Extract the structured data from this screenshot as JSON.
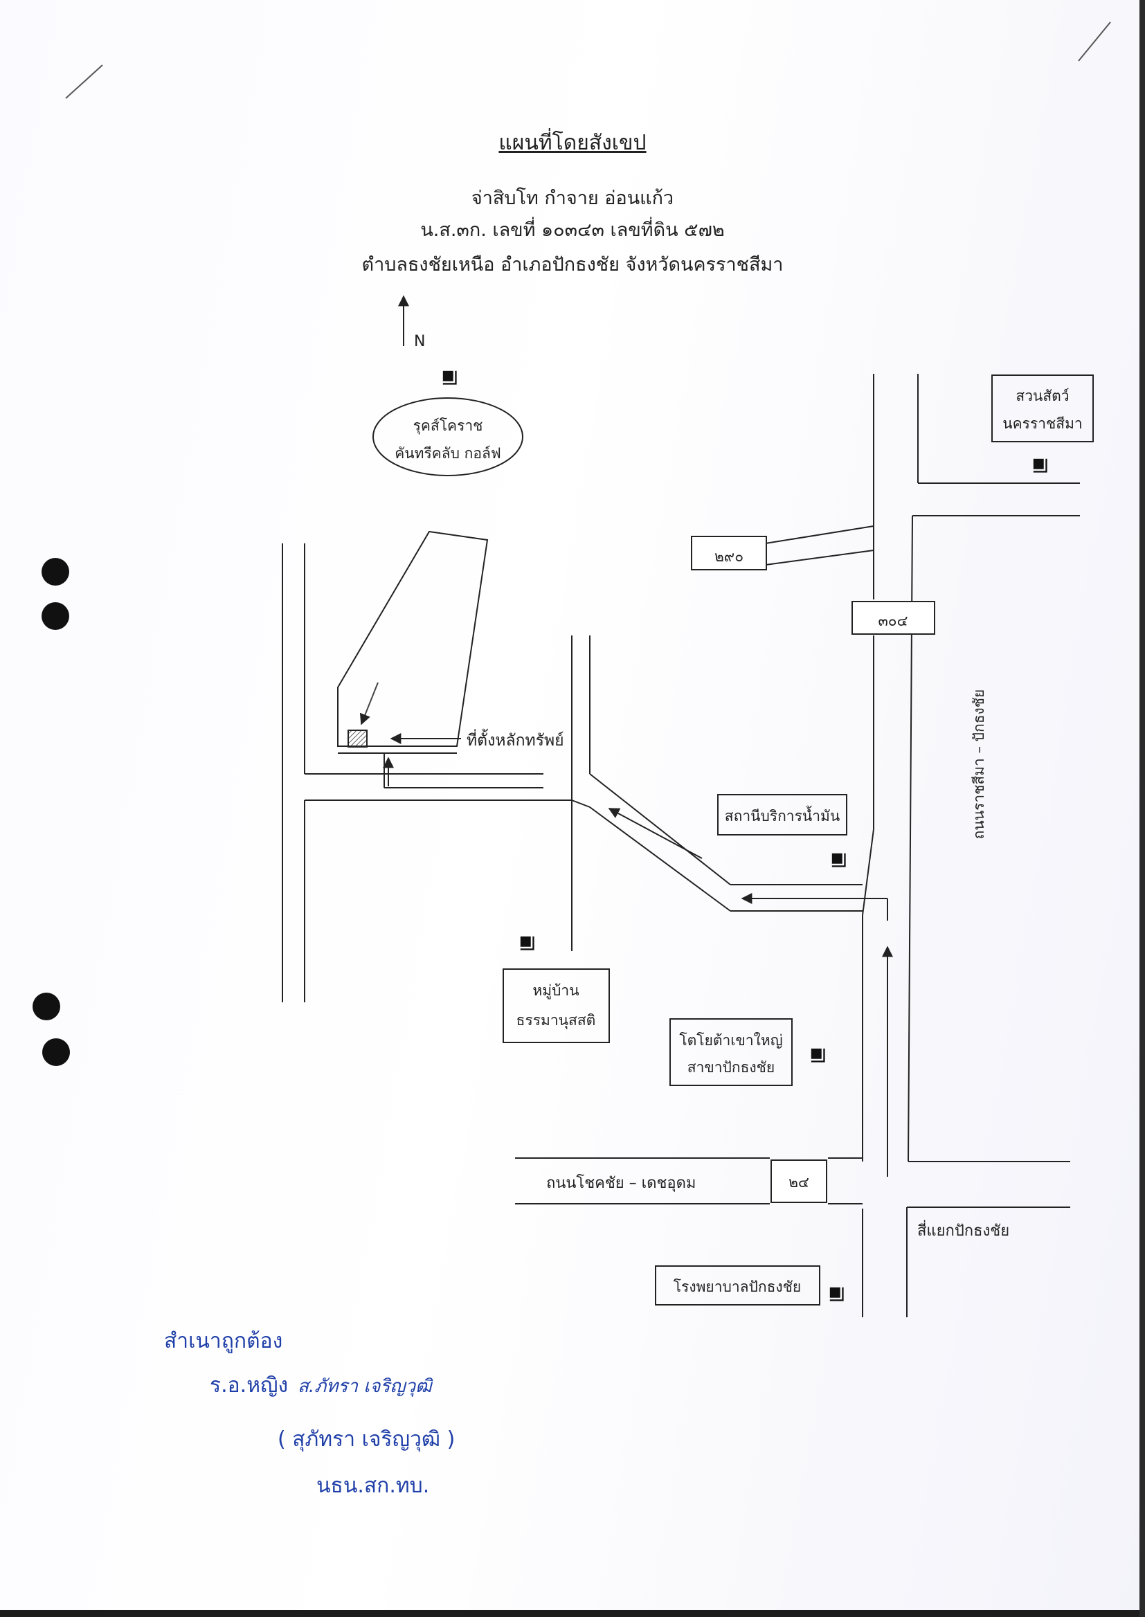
{
  "header": {
    "title": "แผนที่โดยสังเขป",
    "owner": "จ่าสิบโท กำจาย อ่อนแก้ว",
    "deed": "น.ส.๓ก. เลขที่ ๑๐๓๔๓ เลขที่ดิน ๕๗๒",
    "location": "ตำบลธงชัยเหนือ อำเภอปักธงชัย จังหวัดนครราชสีมา"
  },
  "map": {
    "north_label": "N",
    "golf_club_line1": "รุคส์โคราช",
    "golf_club_line2": "คันทรีคลับ กอล์ฟ",
    "zoo_line1": "สวนสัตว์",
    "zoo_line2": "นครราชสีมา",
    "road_290": "๒๙๐",
    "road_304": "๓๐๔",
    "road_24": "๒๔",
    "property_label": "ที่ตั้งหลักทรัพย์",
    "highway_name": "ถนนราชสีมา – ปักธงชัย",
    "gas_station": "สถานีบริการน้ำมัน",
    "village_line1": "หมู่บ้าน",
    "village_line2": "ธรรมานุสสติ",
    "toyota_line1": "โตโยต้าเขาใหญ่",
    "toyota_line2": "สาขาปักธงชัย",
    "road_chokchai": "ถนนโชคชัย – เดชอุดม",
    "intersection": "สี่แยกปักธงชัย",
    "hospital": "โรงพยาบาลปักธงชัย"
  },
  "certification": {
    "certified": "สำเนาถูกต้อง",
    "rank": "ร.อ.หญิง",
    "signature": "ส.ภัทรา เจริญวุฒิ",
    "name": "( สุภัทรา เจริญวุฒิ )",
    "position": "นธน.สก.ทบ."
  }
}
